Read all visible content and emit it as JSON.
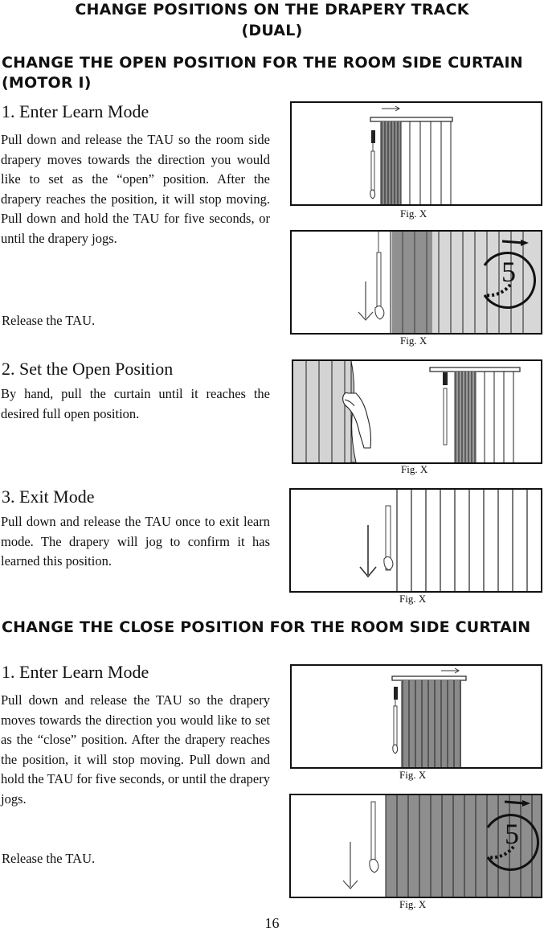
{
  "page": {
    "title_line1": "CHANGE POSITIONS ON THE DRAPERY TRACK",
    "title_line2": "(DUAL)",
    "page_number": "16"
  },
  "open_section": {
    "heading": "CHANGE THE OPEN POSITION FOR THE ROOM SIDE CURTAIN (MOTOR I)",
    "step1": {
      "title": "1. Enter Learn Mode",
      "text": "Pull down and release the TAU so the room side drapery moves towards the direction you would like to set as the “open” position.  After the drapery reaches the position, it will stop moving. Pull  down and hold the TAU for five seconds, or until the drapery jogs.",
      "release": "Release the TAU."
    },
    "step2": {
      "title": "2. Set the Open Position",
      "text": "By hand, pull the curtain until it reaches the desired full open position."
    },
    "step3": {
      "title": "3. Exit Mode",
      "text": "Pull down and release the TAU once to exit learn mode. The drapery will jog to confirm it has learned this position."
    }
  },
  "close_section": {
    "heading": "CHANGE THE CLOSE POSITION FOR THE ROOM SIDE CURTAIN",
    "step1": {
      "title": "1. Enter Learn Mode",
      "text": "Pull down and release the TAU so the drapery moves towards the direction you would like to set as the “close” position.  After the drapery reaches the position, it will stop moving. Pull down and hold the TAU for five seconds, or until the drapery jogs.",
      "release": "Release the TAU."
    }
  },
  "figures": {
    "caption": "Fig. X",
    "count_label": "5"
  }
}
